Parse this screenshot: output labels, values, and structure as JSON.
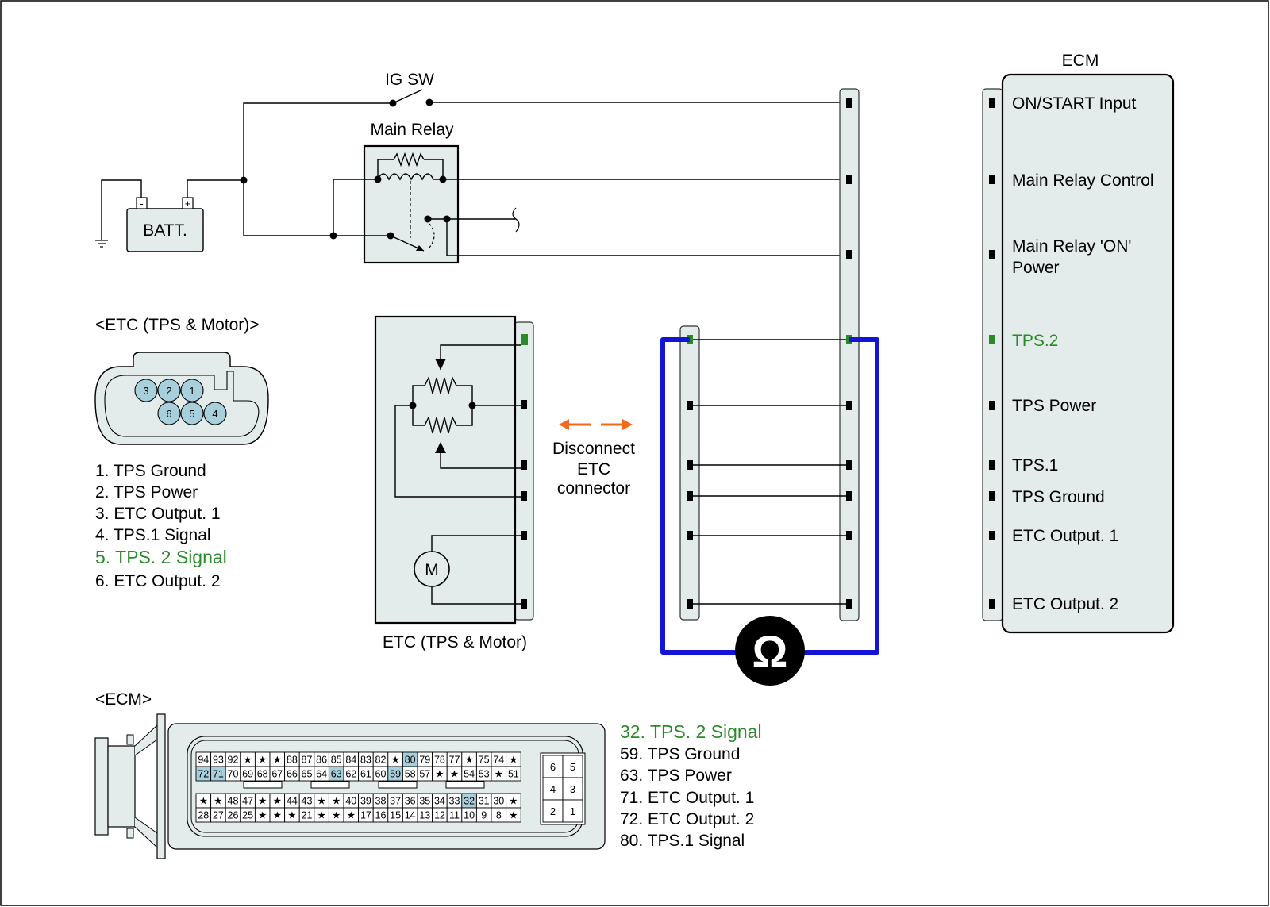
{
  "labels": {
    "ig_sw": "IG SW",
    "main_relay": "Main Relay",
    "battery": "BATT.",
    "battery_minus": "-",
    "battery_plus": "+",
    "ecm_title": "ECM",
    "etc_component": "ETC (TPS & Motor)",
    "motor": "M",
    "disconnect_1": "Disconnect",
    "disconnect_2": "ETC",
    "disconnect_3": "connector",
    "ohm": "Ω",
    "etc_connector_title": "<ETC (TPS & Motor)>",
    "ecm_connector_title": "<ECM>"
  },
  "ecm_pins": {
    "on_start": "ON/START Input",
    "main_relay_control": "Main Relay Control",
    "main_relay_on_1": "Main Relay 'ON'",
    "main_relay_on_2": "Power",
    "tps2": "TPS.2",
    "tps_power": "TPS Power",
    "tps1": "TPS.1",
    "tps_ground": "TPS Ground",
    "etc_out1": "ETC Output. 1",
    "etc_out2": "ETC Output. 2"
  },
  "etc_legend": [
    {
      "text": "1. TPS Ground",
      "highlight": false
    },
    {
      "text": "2. TPS Power",
      "highlight": false
    },
    {
      "text": "3. ETC Output. 1",
      "highlight": false
    },
    {
      "text": "4. TPS.1 Signal",
      "highlight": false
    },
    {
      "text": "5. TPS. 2 Signal",
      "highlight": true
    },
    {
      "text": "6. ETC Output. 2",
      "highlight": false
    }
  ],
  "ecm_legend": [
    {
      "text": "32. TPS. 2 Signal",
      "highlight": true
    },
    {
      "text": "59. TPS Ground",
      "highlight": false
    },
    {
      "text": "63. TPS Power",
      "highlight": false
    },
    {
      "text": "71. ETC Output. 1",
      "highlight": false
    },
    {
      "text": "72. ETC Output. 2",
      "highlight": false
    },
    {
      "text": "80. TPS.1 Signal",
      "highlight": false
    }
  ],
  "etc_connector_pins": {
    "top": [
      "3",
      "2",
      "1"
    ],
    "bottom": [
      "6",
      "5",
      "4"
    ]
  },
  "ecm_connector": {
    "row1": [
      "94",
      "93",
      "92",
      "★",
      "★",
      "★",
      "88",
      "87",
      "86",
      "85",
      "84",
      "83",
      "82",
      "★",
      "80",
      "79",
      "78",
      "77",
      "★",
      "75",
      "74",
      "★"
    ],
    "row2": [
      "72",
      "71",
      "70",
      "69",
      "68",
      "67",
      "66",
      "65",
      "64",
      "63",
      "62",
      "61",
      "60",
      "59",
      "58",
      "57",
      "★",
      "★",
      "54",
      "53",
      "★",
      "51"
    ],
    "row3": [
      "★",
      "★",
      "48",
      "47",
      "★",
      "★",
      "44",
      "43",
      "★",
      "★",
      "40",
      "39",
      "38",
      "37",
      "36",
      "35",
      "34",
      "33",
      "32",
      "31",
      "30",
      "★"
    ],
    "row4": [
      "28",
      "27",
      "26",
      "25",
      "★",
      "★",
      "★",
      "21",
      "★",
      "★",
      "★",
      "17",
      "16",
      "15",
      "14",
      "13",
      "12",
      "11",
      "10",
      "9",
      "8",
      "★"
    ],
    "highlight": [
      "80",
      "72",
      "71",
      "63",
      "59",
      "32"
    ],
    "small_grid": [
      [
        "6",
        "5"
      ],
      [
        "4",
        "3"
      ],
      [
        "2",
        "1"
      ]
    ]
  },
  "colors": {
    "highlight_text": "#2a8a2a",
    "meter_lead": "#1414d6",
    "arrow": "#f26a1b",
    "pin_highlight": "#a8d0dc",
    "component_fill": "#e4ebeb"
  }
}
